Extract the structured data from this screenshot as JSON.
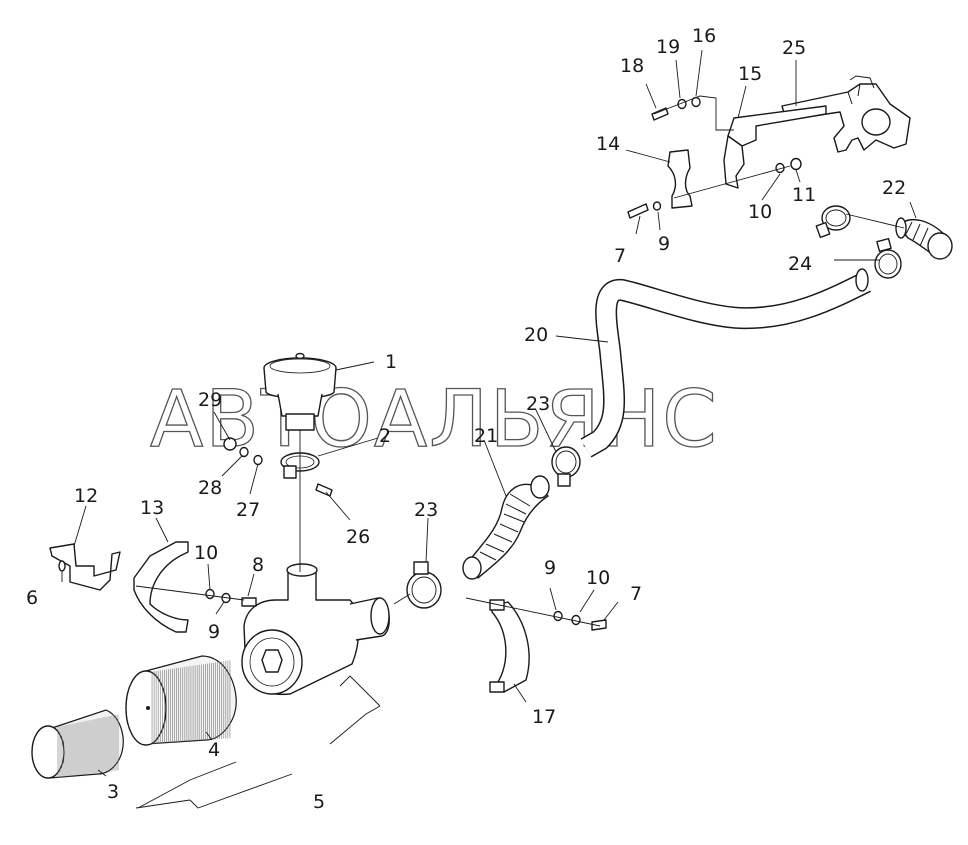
{
  "watermark": "АВТОАЛЬЯНС",
  "callouts": {
    "c1": "1",
    "c2": "2",
    "c3": "3",
    "c4": "4",
    "c5": "5",
    "c6": "6",
    "c7a": "7",
    "c7b": "7",
    "c8": "8",
    "c9a": "9",
    "c9b": "9",
    "c9c": "9",
    "c10a": "10",
    "c10b": "10",
    "c10c": "10",
    "c11": "11",
    "c12": "12",
    "c13": "13",
    "c14": "14",
    "c15": "15",
    "c16": "16",
    "c17": "17",
    "c18": "18",
    "c19": "19",
    "c20": "20",
    "c21": "21",
    "c22": "22",
    "c23a": "23",
    "c23b": "23",
    "c24": "24",
    "c25": "25",
    "c26": "26",
    "c27": "27",
    "c28": "28",
    "c29": "29"
  }
}
